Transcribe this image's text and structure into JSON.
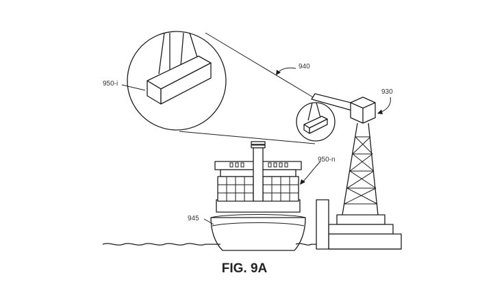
{
  "figure": {
    "caption": "FIG. 9A",
    "labels": {
      "zoom_view": "940",
      "crane": "930",
      "container_zoomed": "950-i",
      "containers_on_ship": "950-n",
      "ship": "945"
    }
  }
}
